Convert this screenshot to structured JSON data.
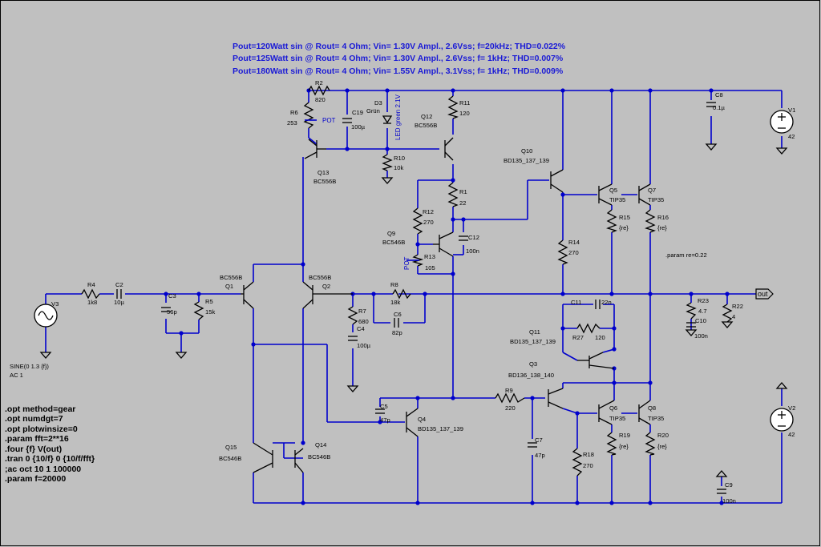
{
  "header": {
    "line1": "Pout=120Watt sin @  Rout= 4 Ohm;  Vin= 1.30V Ampl., 2.6Vss;  f=20kHz;  THD=0.022%",
    "line2": "Pout=125Watt sin @  Rout= 4 Ohm;  Vin= 1.30V Ampl., 2.6Vss;  f=  1kHz;  THD=0.007%",
    "line3": "Pout=180Watt sin @  Rout= 4 Ohm;  Vin= 1.55V Ampl., 3.1Vss;  f=  1kHz;  THD=0.009%"
  },
  "directives": [
    ".opt method=gear",
    ".opt numdgt=7",
    ".opt plotwinsize=0",
    ".param fft=2**16",
    ".four {f} V(out)",
    ".tran 0 {10/f} 0 {10/f/fft}",
    ";ac oct 10 1 100000",
    ".param f=20000"
  ],
  "param_re": ".param re=0.22",
  "source": {
    "name": "V3",
    "line1": "SINE(0 1.3 {f})",
    "line2": "AC 1"
  },
  "supplies": [
    {
      "name": "V1",
      "value": "42"
    },
    {
      "name": "V2",
      "value": "42"
    }
  ],
  "port": "out",
  "resistors": [
    {
      "name": "R2",
      "value": "820"
    },
    {
      "name": "R6",
      "value": "253"
    },
    {
      "name": "R10",
      "value": "10k"
    },
    {
      "name": "R11",
      "value": "120"
    },
    {
      "name": "R1",
      "value": "22"
    },
    {
      "name": "R12",
      "value": "270"
    },
    {
      "name": "R13",
      "value": "105"
    },
    {
      "name": "R14",
      "value": "270"
    },
    {
      "name": "R15",
      "value": "{re}"
    },
    {
      "name": "R16",
      "value": "{re}"
    },
    {
      "name": "R4",
      "value": "1k8"
    },
    {
      "name": "R5",
      "value": "15k"
    },
    {
      "name": "R7",
      "value": "680"
    },
    {
      "name": "R8",
      "value": "18k"
    },
    {
      "name": "R23",
      "value": "4.7"
    },
    {
      "name": "R22",
      "value": "4"
    },
    {
      "name": "R27",
      "value": "120"
    },
    {
      "name": "R9",
      "value": "220"
    },
    {
      "name": "R18",
      "value": "270"
    },
    {
      "name": "R19",
      "value": "{re}"
    },
    {
      "name": "R20",
      "value": "{re}"
    }
  ],
  "capacitors": [
    {
      "name": "C19",
      "value": "100µ"
    },
    {
      "name": "C8",
      "value": "0.1µ"
    },
    {
      "name": "C12",
      "value": "100n"
    },
    {
      "name": "C2",
      "value": "10µ"
    },
    {
      "name": "C3",
      "value": "56p"
    },
    {
      "name": "C4",
      "value": "100µ"
    },
    {
      "name": "C6",
      "value": "82p"
    },
    {
      "name": "C10",
      "value": "100n"
    },
    {
      "name": "C11",
      "value": "22n"
    },
    {
      "name": "C5",
      "value": "47p"
    },
    {
      "name": "C7",
      "value": "47p"
    },
    {
      "name": "C9",
      "value": "100n"
    }
  ],
  "transistors": [
    {
      "name": "Q12",
      "value": "BC556B"
    },
    {
      "name": "Q13",
      "value": "BC556B"
    },
    {
      "name": "Q10",
      "value": "BD135_137_139"
    },
    {
      "name": "Q5",
      "value": "TIP35"
    },
    {
      "name": "Q7",
      "value": "TIP35"
    },
    {
      "name": "Q9",
      "value": "BC546B"
    },
    {
      "name": "Q1",
      "value": "BC556B"
    },
    {
      "name": "Q2",
      "value": "BC556B"
    },
    {
      "name": "Q11",
      "value": "BD135_137_139"
    },
    {
      "name": "Q3",
      "value": "BD136_138_140"
    },
    {
      "name": "Q4",
      "value": "BD135_137_139"
    },
    {
      "name": "Q6",
      "value": "TIP35"
    },
    {
      "name": "Q8",
      "value": "TIP35"
    },
    {
      "name": "Q15",
      "value": "BC546B"
    },
    {
      "name": "Q14",
      "value": "BC546B"
    }
  ],
  "diode": {
    "name": "D3",
    "value": "Grün",
    "note": "LED green 2.1V"
  },
  "pot_label": "POT"
}
